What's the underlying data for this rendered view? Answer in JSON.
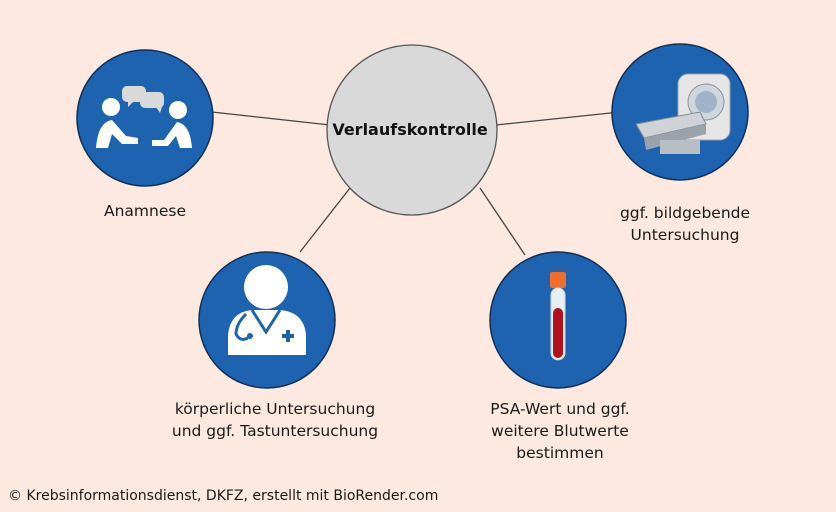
{
  "center": {
    "title": "Verlaufskontrolle"
  },
  "nodes": [
    {
      "id": "anamnese",
      "label": "Anamnese",
      "icon": "conversation-icon"
    },
    {
      "id": "bildgebung",
      "label": "ggf. bildgebende\nUntersuchung",
      "icon": "ct-scanner-icon"
    },
    {
      "id": "koerperlich",
      "label": "körperliche Untersuchung\nund ggf. Tastuntersuchung",
      "icon": "doctor-icon"
    },
    {
      "id": "psa",
      "label": "PSA-Wert und ggf.\nweitere Blutwerte\nbestimmen",
      "icon": "blood-tube-icon"
    }
  ],
  "credit": "© Krebsinformationsdienst, DKFZ, erstellt mit BioRender.com",
  "colors": {
    "background": "#fde9df",
    "node_fill": "#1e63b0",
    "center_fill": "#d9d9d9",
    "line": "#444444"
  }
}
